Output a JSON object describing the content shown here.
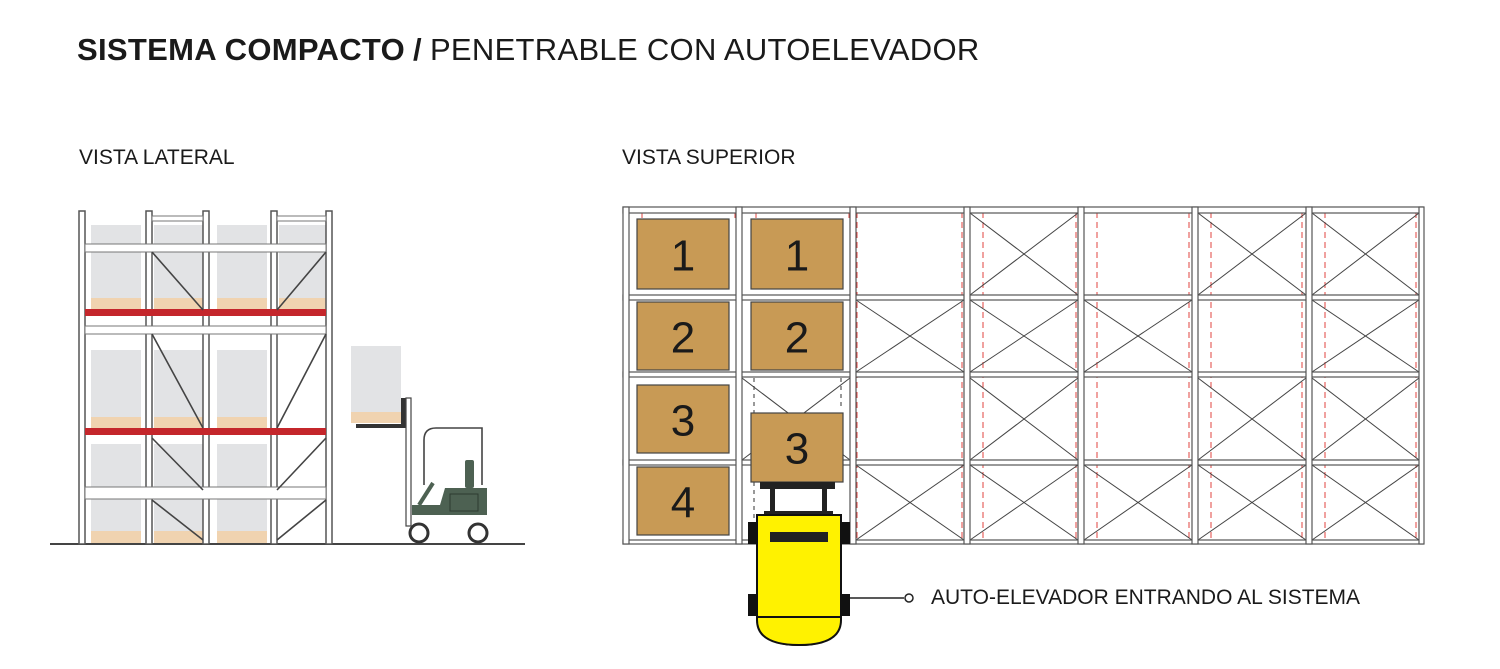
{
  "title": {
    "bold": "SISTEMA COMPACTO",
    "separator": "/",
    "light": "PENETRABLE CON AUTOELEVADOR"
  },
  "views": {
    "side": "VISTA LATERAL",
    "top": "VISTA SUPERIOR"
  },
  "callout": "AUTO-ELEVADOR ENTRANDO AL SISTEMA",
  "pallet_numbers": {
    "col1": [
      "1",
      "2",
      "3",
      "4"
    ],
    "col2": [
      "1",
      "2",
      "3"
    ]
  },
  "colors": {
    "beam_red": "#c4262b",
    "pallet_box": "#c89a55",
    "pallet_base": "#f0d3b0",
    "load_gray": "#e2e3e5",
    "forklift_yellow": "#fff200",
    "forklift_green": "#4d6152",
    "guide_red": "#e0433f"
  }
}
